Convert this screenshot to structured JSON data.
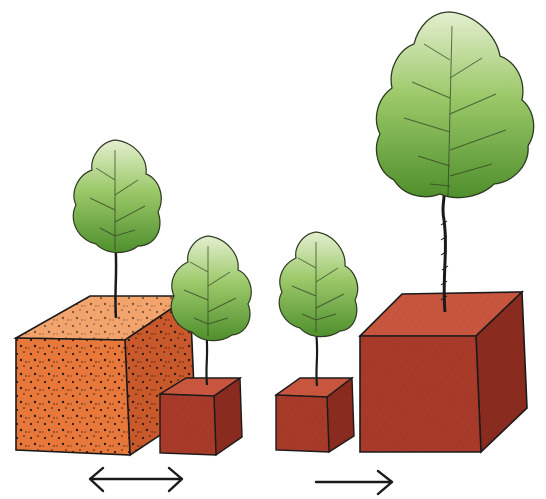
{
  "palette": {
    "background": "#ffffff",
    "orange_front": "#e8773a",
    "orange_top": "#f2a46c",
    "orange_side": "#c9582a",
    "red_front": "#a83a2a",
    "red_top": "#c8563e",
    "red_side": "#8a2b1f",
    "speckle": "#2a1a14",
    "leaf_light": "#e4efcf",
    "leaf_mid": "#9cc96a",
    "leaf_dark": "#4f8f2c",
    "ink": "#1a1a1a"
  },
  "groups": [
    {
      "name": "left-pair",
      "arrow": {
        "direction": "both",
        "icon": "double-headed-arrow-icon"
      },
      "items": [
        {
          "size": "large",
          "soil": "orange",
          "tree": "small"
        },
        {
          "size": "small",
          "soil": "red",
          "tree": "small"
        }
      ]
    },
    {
      "name": "right-pair",
      "arrow": {
        "direction": "right",
        "icon": "right-arrow-icon"
      },
      "items": [
        {
          "size": "small",
          "soil": "red",
          "tree": "small"
        },
        {
          "size": "large",
          "soil": "red",
          "tree": "large"
        }
      ]
    }
  ]
}
